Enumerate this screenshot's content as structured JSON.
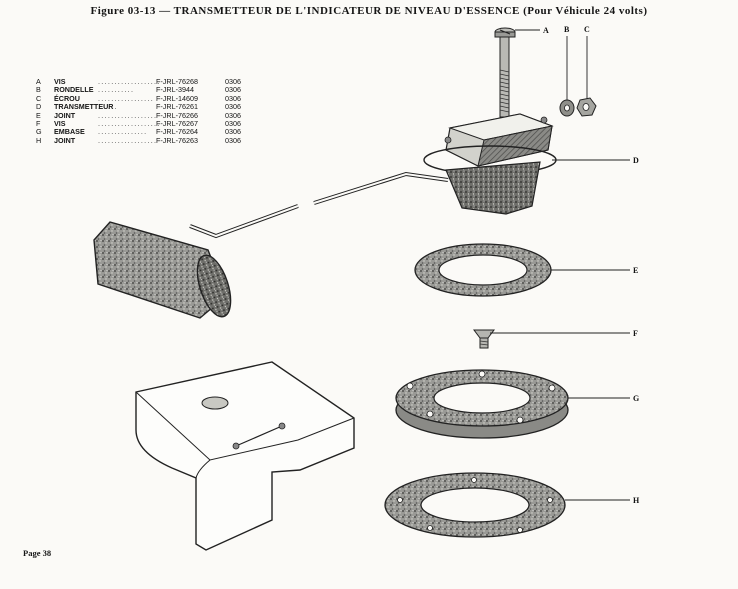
{
  "figure": {
    "title": "Figure 03-13 — TRANSMETTEUR DE L'INDICATEUR DE NIVEAU D'ESSENCE (Pour Véhicule 24 volts)"
  },
  "parts_list": [
    {
      "letter": "A",
      "name": "VIS",
      "dots": "...................",
      "reference": "F-JRL-76268",
      "code": "0306"
    },
    {
      "letter": "B",
      "name": "RONDELLE",
      "dots": "...........",
      "reference": "F-JRL-3944",
      "code": "0306"
    },
    {
      "letter": "C",
      "name": "ÉCROU",
      "dots": ".................",
      "reference": "F-JRL-14609",
      "code": "0306"
    },
    {
      "letter": "D",
      "name": "TRANSMETTEUR",
      "dots": "......",
      "reference": "F-JRL-76261",
      "code": "0306"
    },
    {
      "letter": "E",
      "name": "JOINT",
      "dots": "..................",
      "reference": "F-JRL-76266",
      "code": "0306"
    },
    {
      "letter": "F",
      "name": "VIS",
      "dots": "...................",
      "reference": "F-JRL-76267",
      "code": "0306"
    },
    {
      "letter": "G",
      "name": "EMBASE",
      "dots": "...............",
      "reference": "F-JRL-76264",
      "code": "0306"
    },
    {
      "letter": "H",
      "name": "JOINT",
      "dots": "..................",
      "reference": "F-JRL-76263",
      "code": "0306"
    }
  ],
  "callouts": {
    "A": "A",
    "B": "B",
    "C": "C",
    "D": "D",
    "E": "E",
    "F": "F",
    "G": "G",
    "H": "H"
  },
  "footer": {
    "page": "Page 38"
  }
}
